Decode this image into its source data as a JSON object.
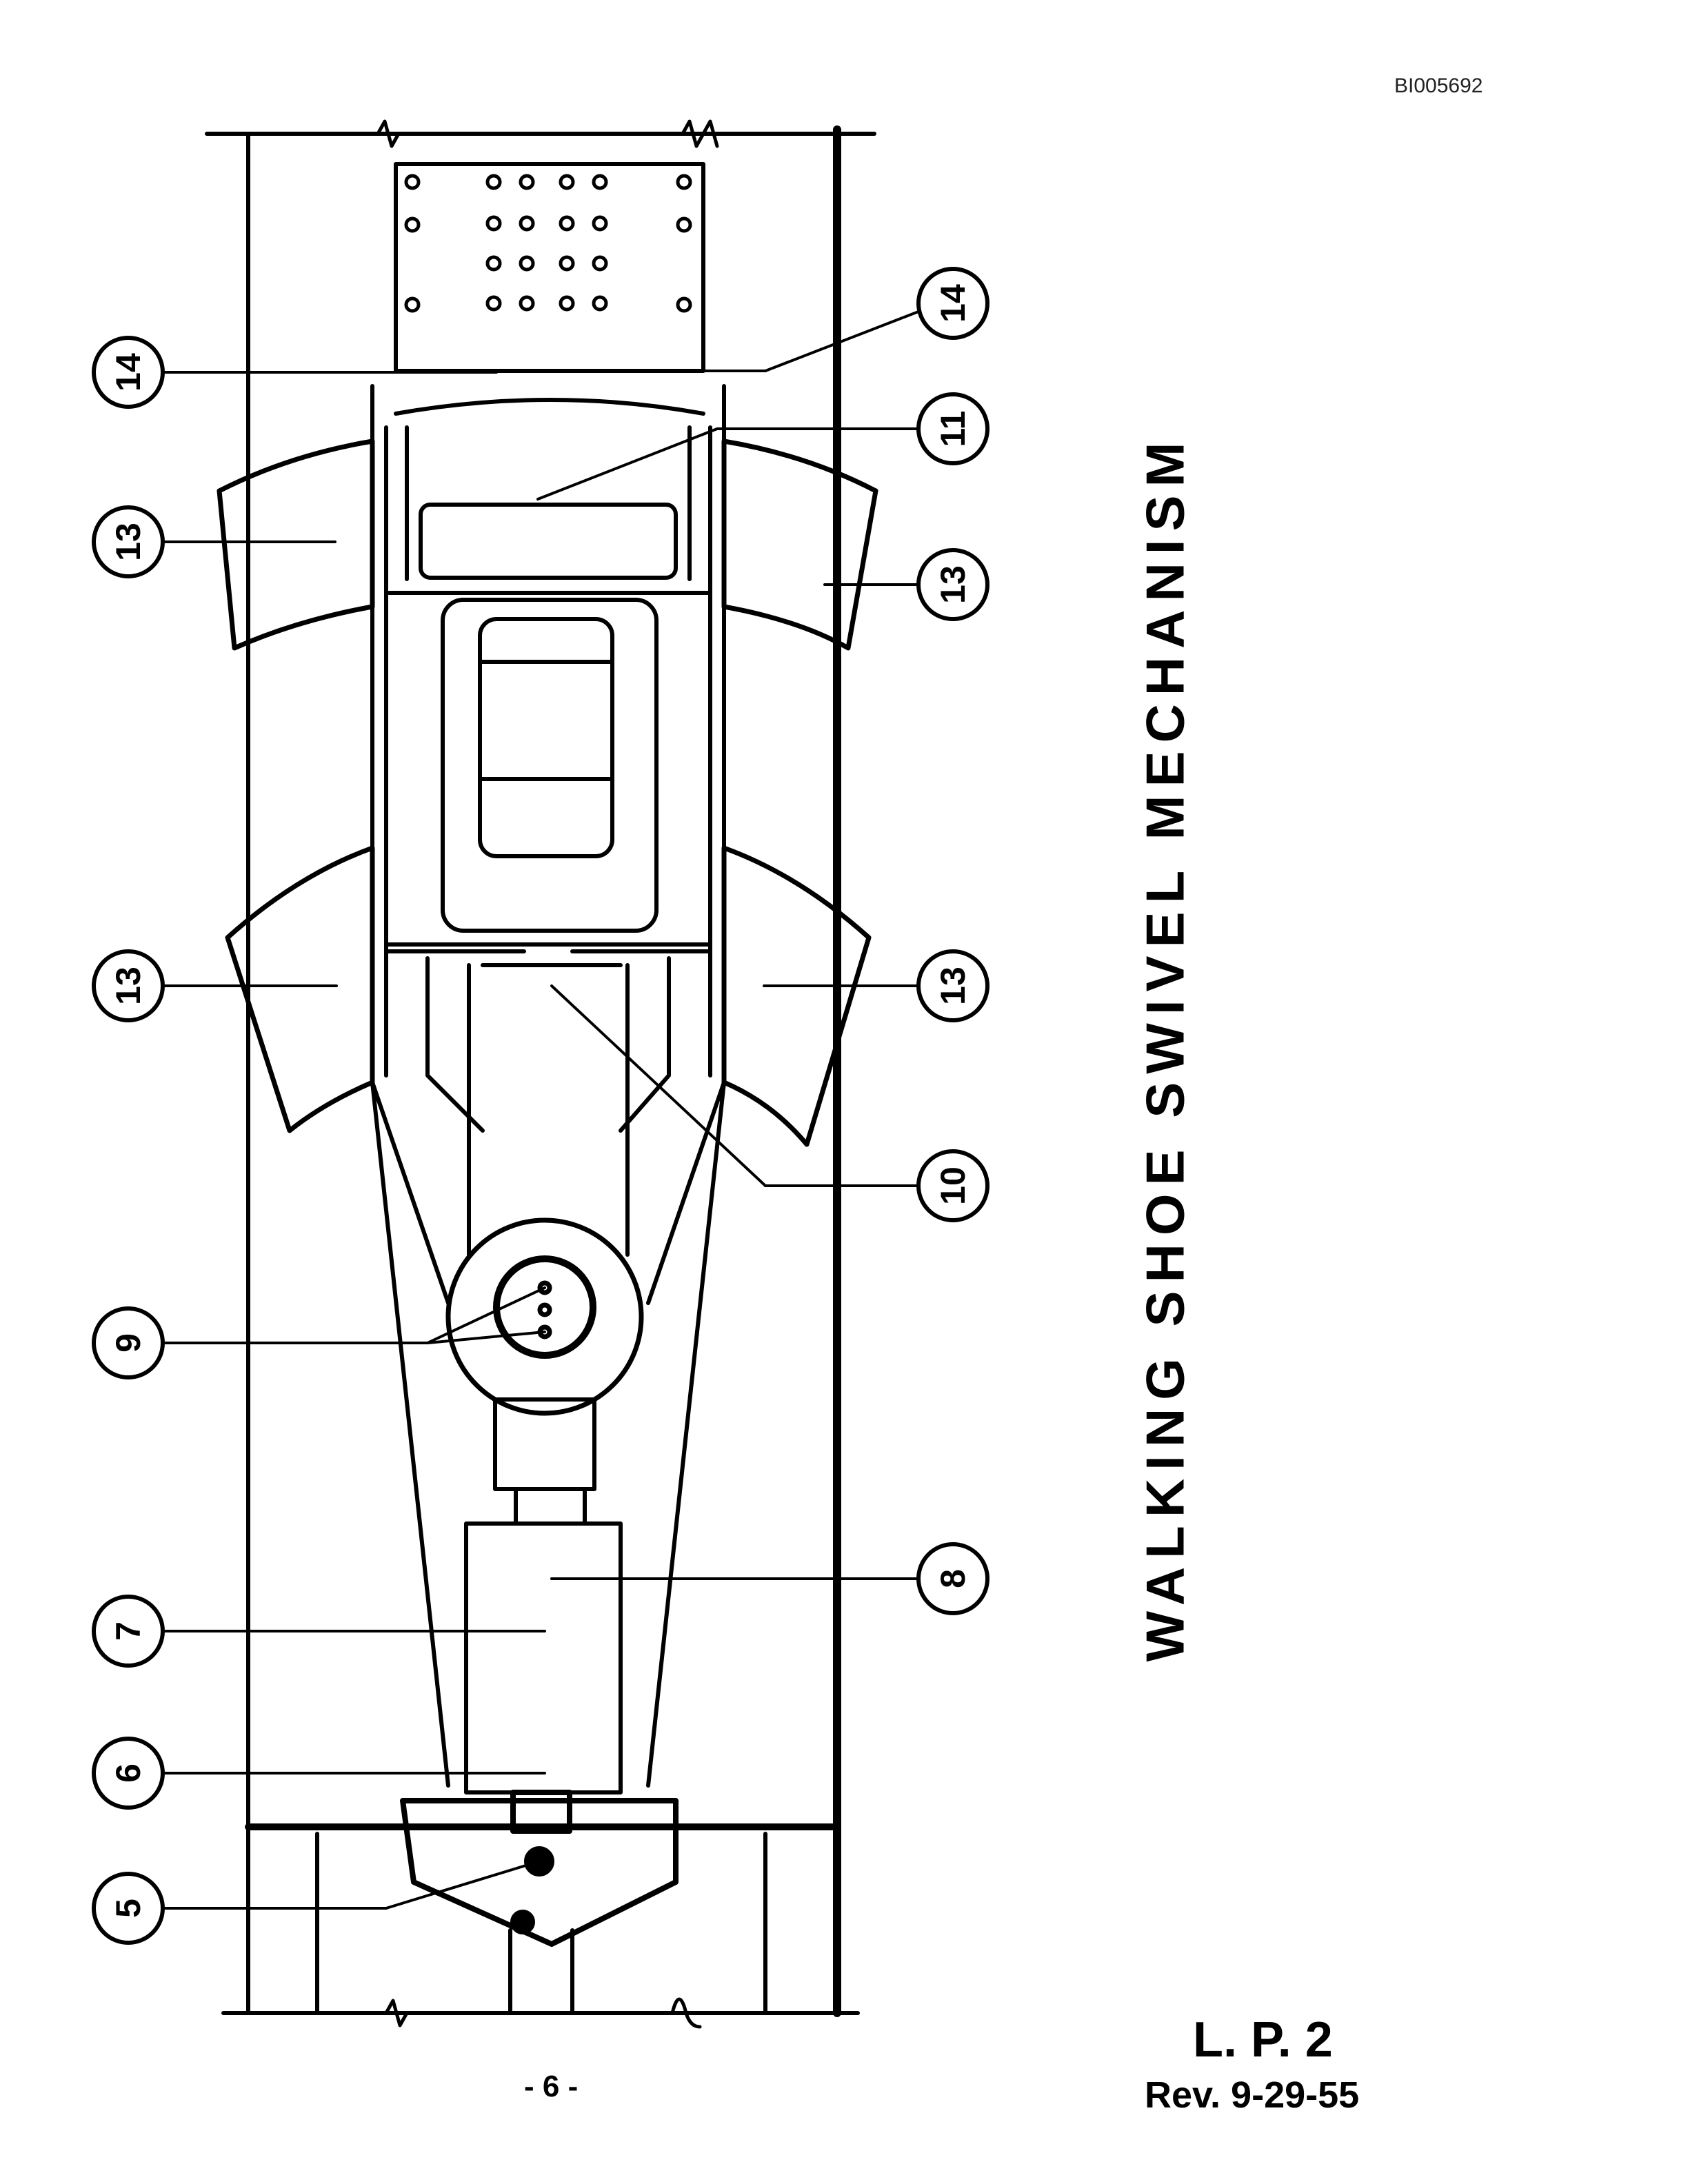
{
  "document_id": "BI005692",
  "title": "WALKING SHOE SWIVEL MECHANISM",
  "page_number": "- 6 -",
  "plate": "L. P. 2",
  "revision": "Rev. 9-29-55",
  "callouts": [
    {
      "id": "14",
      "side": "left"
    },
    {
      "id": "14",
      "side": "right"
    },
    {
      "id": "11",
      "side": "right"
    },
    {
      "id": "13",
      "side": "left"
    },
    {
      "id": "13",
      "side": "right"
    },
    {
      "id": "13",
      "side": "left"
    },
    {
      "id": "13",
      "side": "right"
    },
    {
      "id": "10",
      "side": "right"
    },
    {
      "id": "9",
      "side": "left"
    },
    {
      "id": "8",
      "side": "right"
    },
    {
      "id": "7",
      "side": "left"
    },
    {
      "id": "6",
      "side": "left"
    },
    {
      "id": "5",
      "side": "left"
    }
  ],
  "colors": {
    "ink": "#000000",
    "paper": "#ffffff"
  }
}
